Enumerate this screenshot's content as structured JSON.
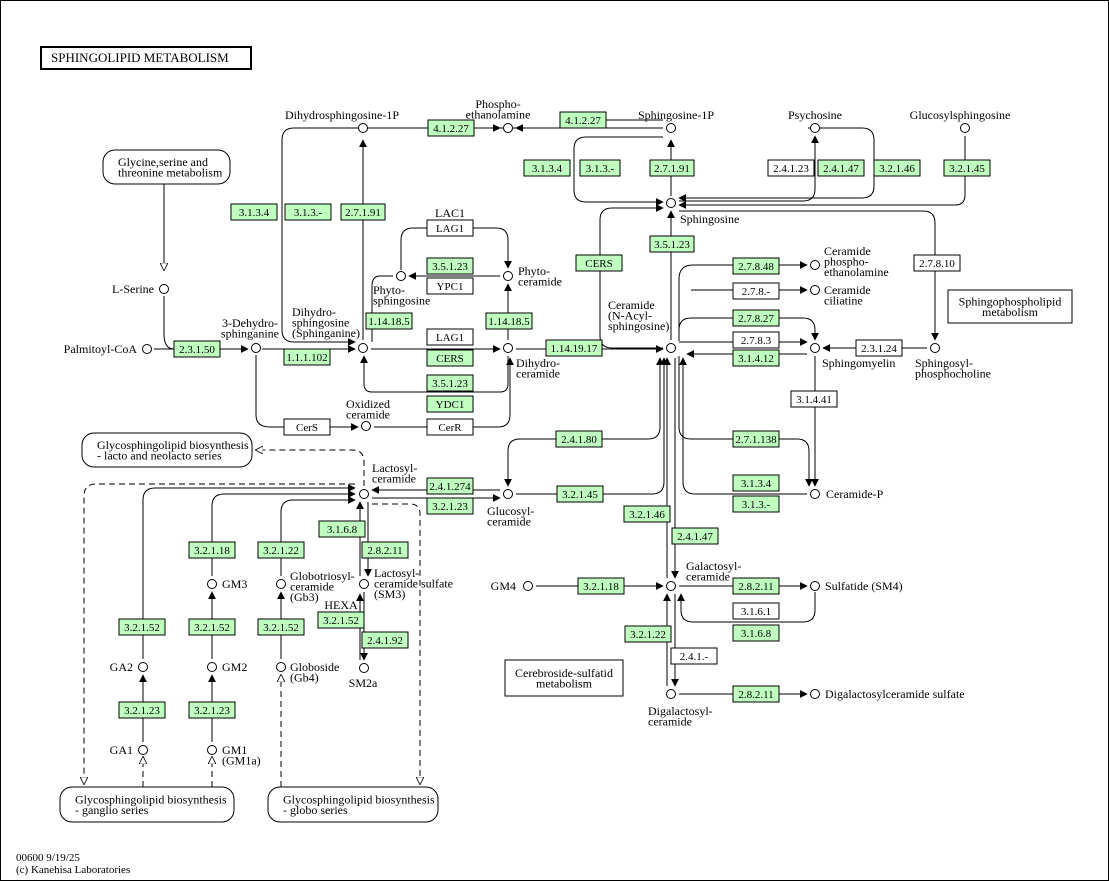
{
  "title": "SPHINGOLIPID  METABOLISM",
  "footer": {
    "line1": "00600 9/19/25",
    "line2": "(c) Kanehisa Laboratories"
  },
  "colors": {
    "enzyme_found": "#bfffbf",
    "enzyme_absent": "#ffffff",
    "line": "#000000"
  },
  "compounds": [
    {
      "id": "dhs1p",
      "label": "Dihydrosphingosine-1P"
    },
    {
      "id": "pea",
      "label": "Phospho-\nethanolamine"
    },
    {
      "id": "s1p",
      "label": "Sphingosine-1P"
    },
    {
      "id": "psy",
      "label": "Psychosine"
    },
    {
      "id": "gsph",
      "label": "Glucosylsphingosine"
    },
    {
      "id": "sph",
      "label": "Sphingosine"
    },
    {
      "id": "lser",
      "label": "L-Serine"
    },
    {
      "id": "pcoa",
      "label": "Palmitoyl-CoA"
    },
    {
      "id": "dhsg",
      "label": "3-Dehydro-\nsphinganine"
    },
    {
      "id": "dhsp",
      "label": "Dihydro-\nsphingosine\n(Sphinganine)"
    },
    {
      "id": "physph",
      "label": "Phyto-\nsphingosine"
    },
    {
      "id": "phycer",
      "label": "Phyto-\nceramide"
    },
    {
      "id": "dhcer",
      "label": "Dihydro-\nceramide"
    },
    {
      "id": "oxcer",
      "label": "Oxidized\nceramide"
    },
    {
      "id": "cer",
      "label": "Ceramide\n(N-Acyl-\nsphingosine)"
    },
    {
      "id": "cpe",
      "label": "Ceramide\nphospho-\nethanolamine"
    },
    {
      "id": "cci",
      "label": "Ceramide\nciliatine"
    },
    {
      "id": "sm",
      "label": "Sphingomyelin"
    },
    {
      "id": "spc",
      "label": "Sphingosyl-\nphosphocholine"
    },
    {
      "id": "c1p",
      "label": "Ceramide-P"
    },
    {
      "id": "lac",
      "label": "Lactosyl-\nceramide"
    },
    {
      "id": "glc",
      "label": "Glucosyl-\nceramide"
    },
    {
      "id": "gal",
      "label": "Galactosyl-\nceramide"
    },
    {
      "id": "gm4",
      "label": "GM4"
    },
    {
      "id": "sm4",
      "label": "Sulfatide (SM4)"
    },
    {
      "id": "dgal",
      "label": "Digalactosyl-\nceramide"
    },
    {
      "id": "dgals",
      "label": "Digalactosylceramide sulfate"
    },
    {
      "id": "sm3",
      "label": "Lactosyl-\nceramide sulfate\n(SM3)"
    },
    {
      "id": "sm2a",
      "label": "SM2a"
    },
    {
      "id": "gm3",
      "label": "GM3"
    },
    {
      "id": "gb3",
      "label": "Globotriosyl-\nceramide\n(Gb3)"
    },
    {
      "id": "ga2",
      "label": "GA2"
    },
    {
      "id": "gm2",
      "label": "GM2"
    },
    {
      "id": "gb4",
      "label": "Globoside\n(Gb4)"
    },
    {
      "id": "ga1",
      "label": "GA1"
    },
    {
      "id": "gm1",
      "label": "GM1\n(GM1a)"
    }
  ],
  "enzymes": [
    {
      "label": "4.1.2.27",
      "found": true
    },
    {
      "label": "4.1.2.27",
      "found": true
    },
    {
      "label": "3.1.3.4",
      "found": true
    },
    {
      "label": "3.1.3.-",
      "found": true
    },
    {
      "label": "2.7.1.91",
      "found": true
    },
    {
      "label": "3.1.3.4",
      "found": true
    },
    {
      "label": "3.1.3.-",
      "found": true
    },
    {
      "label": "2.7.1.91",
      "found": true
    },
    {
      "label": "2.4.1.23",
      "found": false
    },
    {
      "label": "2.4.1.47",
      "found": true
    },
    {
      "label": "3.2.1.46",
      "found": true
    },
    {
      "label": "3.2.1.45",
      "found": true
    },
    {
      "label": "LAG1",
      "found": false
    },
    {
      "label": "3.5.1.23",
      "found": true
    },
    {
      "label": "YPC1",
      "found": false
    },
    {
      "label": "CERS",
      "found": true
    },
    {
      "label": "3.5.1.23",
      "found": true
    },
    {
      "label": "2.7.8.10",
      "found": false
    },
    {
      "label": "2.3.1.50",
      "found": true
    },
    {
      "label": "1.1.1.102",
      "found": true
    },
    {
      "label": "1.14.18.5",
      "found": true
    },
    {
      "label": "1.14.18.5",
      "found": true
    },
    {
      "label": "LAG1",
      "found": false
    },
    {
      "label": "CERS",
      "found": true
    },
    {
      "label": "3.5.1.23",
      "found": true
    },
    {
      "label": "YDC1",
      "found": true
    },
    {
      "label": "1.14.19.17",
      "found": true
    },
    {
      "label": "2.7.8.48",
      "found": true
    },
    {
      "label": "2.7.8.-",
      "found": false
    },
    {
      "label": "2.7.8.27",
      "found": true
    },
    {
      "label": "2.7.8.3",
      "found": false
    },
    {
      "label": "3.1.4.12",
      "found": true
    },
    {
      "label": "2.3.1.24",
      "found": false
    },
    {
      "label": "3.1.4.41",
      "found": false
    },
    {
      "label": "CerS",
      "found": false
    },
    {
      "label": "CerR",
      "found": false
    },
    {
      "label": "2.4.1.80",
      "found": true
    },
    {
      "label": "2.7.1.138",
      "found": true
    },
    {
      "label": "2.4.1.274",
      "found": true
    },
    {
      "label": "3.2.1.23",
      "found": true
    },
    {
      "label": "3.2.1.45",
      "found": true
    },
    {
      "label": "3.1.3.4",
      "found": true
    },
    {
      "label": "3.1.3.-",
      "found": true
    },
    {
      "label": "3.2.1.46",
      "found": true
    },
    {
      "label": "2.4.1.47",
      "found": true
    },
    {
      "label": "3.1.6.8",
      "found": true
    },
    {
      "label": "2.8.2.11",
      "found": true
    },
    {
      "label": "3.2.1.18",
      "found": true
    },
    {
      "label": "3.2.1.22",
      "found": true
    },
    {
      "label": "3.2.1.52",
      "found": true
    },
    {
      "label": "3.2.1.52",
      "found": true
    },
    {
      "label": "3.2.1.52",
      "found": true
    },
    {
      "label": "3.2.1.52",
      "found": true
    },
    {
      "label": "2.4.1.92",
      "found": true
    },
    {
      "label": "3.2.1.23",
      "found": true
    },
    {
      "label": "3.2.1.23",
      "found": true
    },
    {
      "label": "3.2.1.18",
      "found": true
    },
    {
      "label": "2.8.2.11",
      "found": true
    },
    {
      "label": "3.1.6.1",
      "found": false
    },
    {
      "label": "3.1.6.8",
      "found": true
    },
    {
      "label": "3.2.1.22",
      "found": true
    },
    {
      "label": "2.4.1.-",
      "found": false
    },
    {
      "label": "2.8.2.11",
      "found": true
    }
  ],
  "gene_labels": {
    "lac1": "LAC1",
    "hexa": "HEXA"
  },
  "maps": [
    {
      "label": "Glycine,serine and\nthreonine metabolism"
    },
    {
      "label": "Glycosphingolipid biosynthesis\n- lacto and neolacto series"
    },
    {
      "label": "Glycosphingolipid biosynthesis\n- ganglio series"
    },
    {
      "label": "Glycosphingolipid biosynthesis\n- globo series"
    },
    {
      "label": "Sphingophospholipid\nmetabolism"
    },
    {
      "label": "Cerebroside-sulfatid\nmetabolism"
    }
  ]
}
